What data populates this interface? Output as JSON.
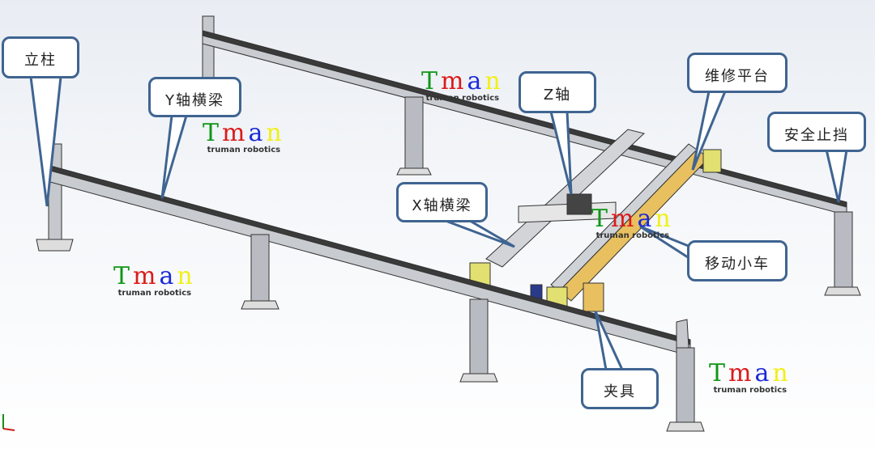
{
  "labels": {
    "column": "立柱",
    "y_beam": "Y轴横梁",
    "z_axis": "Z轴",
    "platform": "维修平台",
    "safety_stop": "安全止挡",
    "x_beam": "X轴横梁",
    "trolley": "移动小车",
    "gripper": "夹具"
  },
  "watermark": {
    "letters": [
      "T",
      "m",
      "a",
      "n"
    ],
    "subtitle": "truman robotics"
  },
  "colors": {
    "callout_border": "#3f6491",
    "beam_yellow": "#e8c060",
    "steel": "#b8bcc2"
  }
}
